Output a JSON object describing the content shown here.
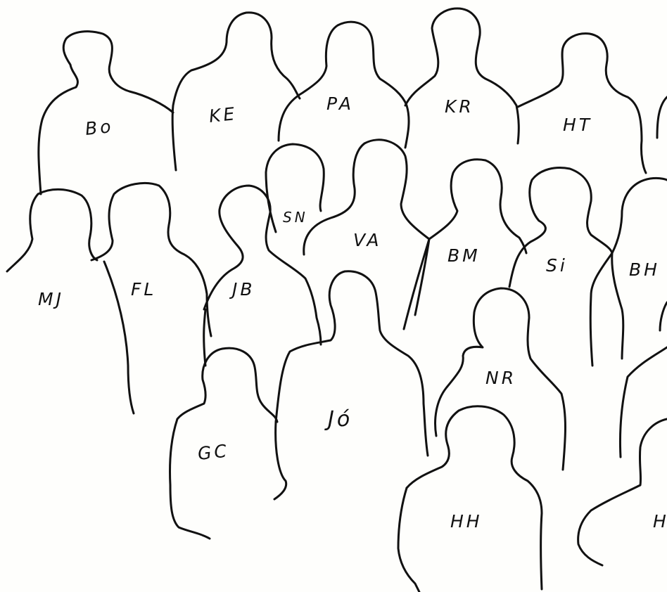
{
  "labels": {
    "bo": "Bo",
    "ke": "KE",
    "pa": "PA",
    "kr": "KR",
    "ht": "HT",
    "sn": "SN",
    "va": "VA",
    "bm": "BM",
    "si": "Si",
    "bh": "BH",
    "mj": "MJ",
    "fl": "FL",
    "jb": "JB",
    "jo": "Jó",
    "nr": "NR",
    "gc": "GC",
    "hh": "HH",
    "h_partial": "H"
  },
  "colors": {
    "ink": "#111111",
    "paper": "#fefefc"
  }
}
